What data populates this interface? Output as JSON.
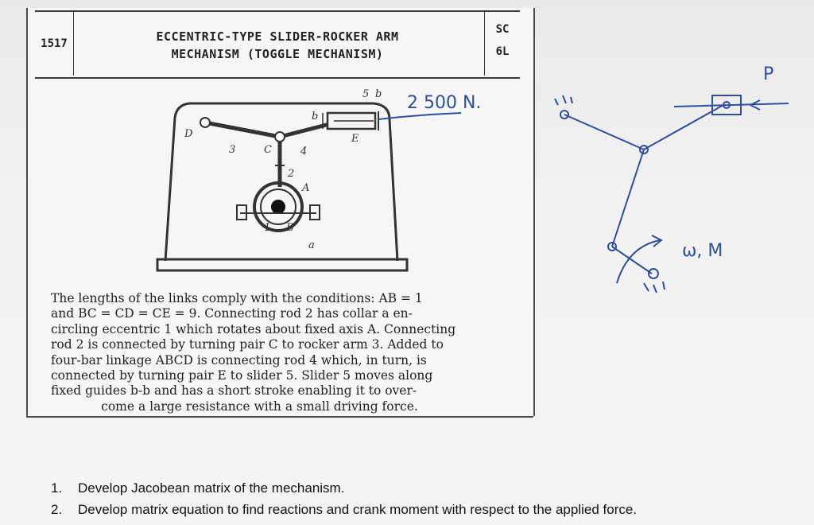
{
  "card": {
    "number": "1517",
    "title_line1": "ECCENTRIC-TYPE SLIDER-ROCKER ARM",
    "title_line2": "MECHANISM (TOGGLE MECHANISM)",
    "code_line1": "SC",
    "code_line2": "6L",
    "description": [
      "The lengths of the links comply with the conditions: AB = 1",
      "and BC = CD = CE = 9. Connecting rod 2 has collar a en-",
      "circling eccentric 1 which rotates about fixed axis A. Connecting",
      "rod 2 is connected by turning pair C to rocker arm 3. Added to",
      "four-bar linkage ABCD is connecting rod 4 which, in turn, is",
      "connected by turning pair E to slider 5. Slider 5 moves along",
      "fixed guides b-b and has a short stroke enabling it to over-",
      "come a large resistance with a small driving force."
    ]
  },
  "figure_labels": {
    "D": "D",
    "C": "C",
    "E": "E",
    "A": "A",
    "B": "B",
    "n1": "1",
    "n2": "2",
    "n3": "3",
    "n4": "4",
    "n5": "5",
    "a": "a",
    "b_top": "b",
    "b_left": "b"
  },
  "handwritten": {
    "force": "2 500 N.",
    "P": "P",
    "omega_M": "ω, M"
  },
  "questions": [
    {
      "num": "1.",
      "text": "Develop Jacobean matrix of the mechanism."
    },
    {
      "num": "2.",
      "text": "Develop matrix equation to find reactions and crank moment with respect to the applied force."
    }
  ]
}
